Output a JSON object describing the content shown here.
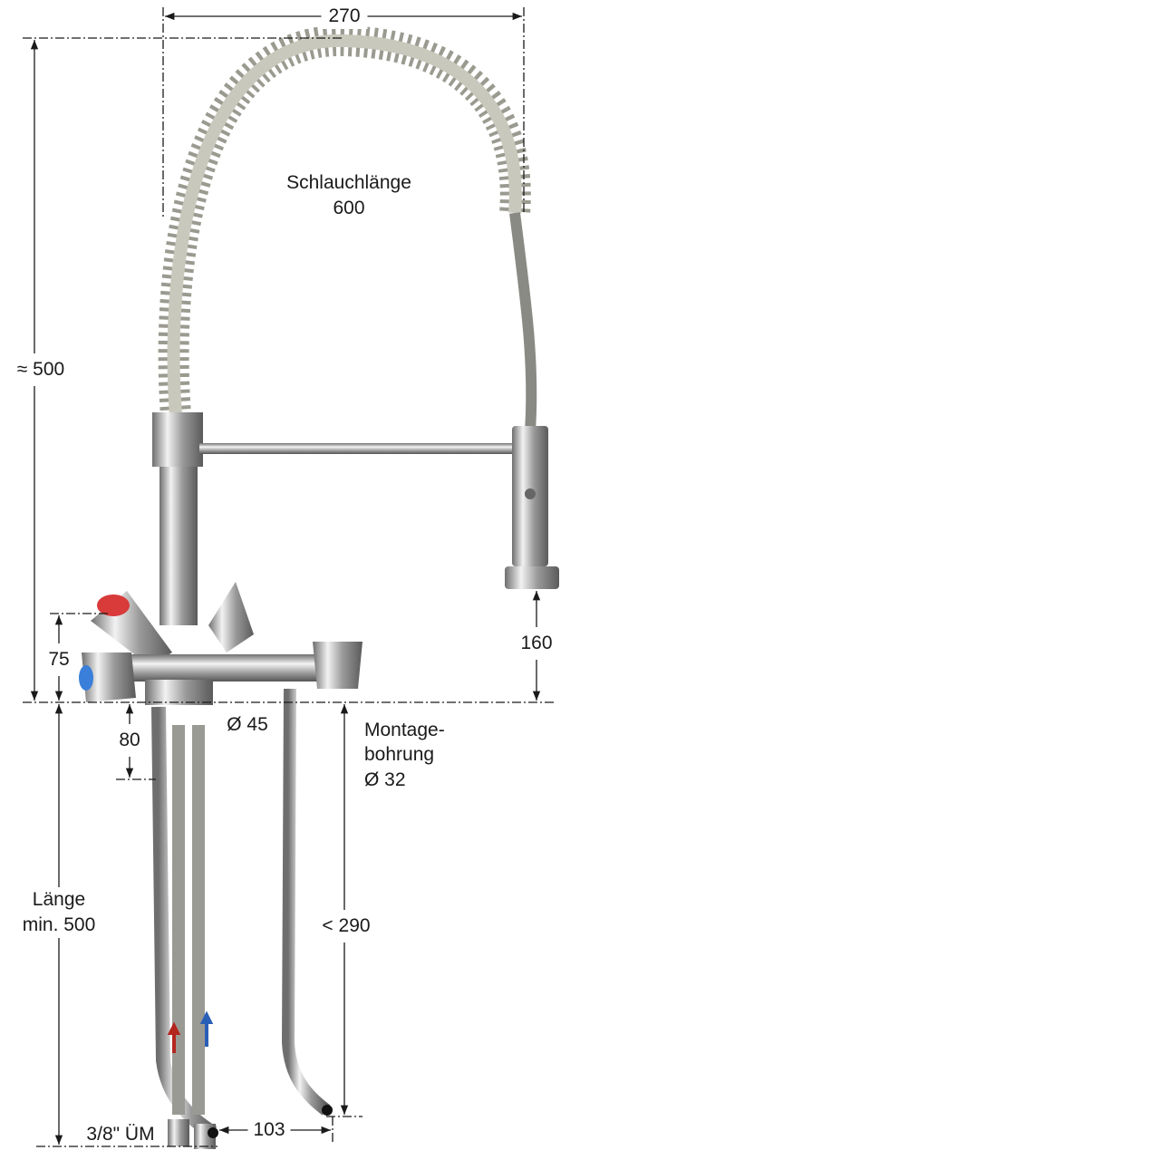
{
  "dimensions": {
    "width_top": "270",
    "height_total": "≈ 500",
    "hose_length_label": "Schlauchlänge",
    "hose_length_value": "600",
    "spout_height": "160",
    "valve_height": "75",
    "shank_length": "80",
    "base_diameter": "Ø 45",
    "mounting_hole_line1": "Montage-",
    "mounting_hole_line2": "bohrung",
    "mounting_hole_line3": "Ø 32",
    "tail_length": "< 290",
    "hose_min_line1": "Länge",
    "hose_min_line2": "min. 500",
    "connection": "3/8\" ÜM",
    "tail_offset": "103"
  },
  "colors": {
    "line": "#1a1a1a",
    "chrome": "#b8b8b8",
    "hot": "#d93a3a",
    "cold": "#3a7fd9"
  }
}
